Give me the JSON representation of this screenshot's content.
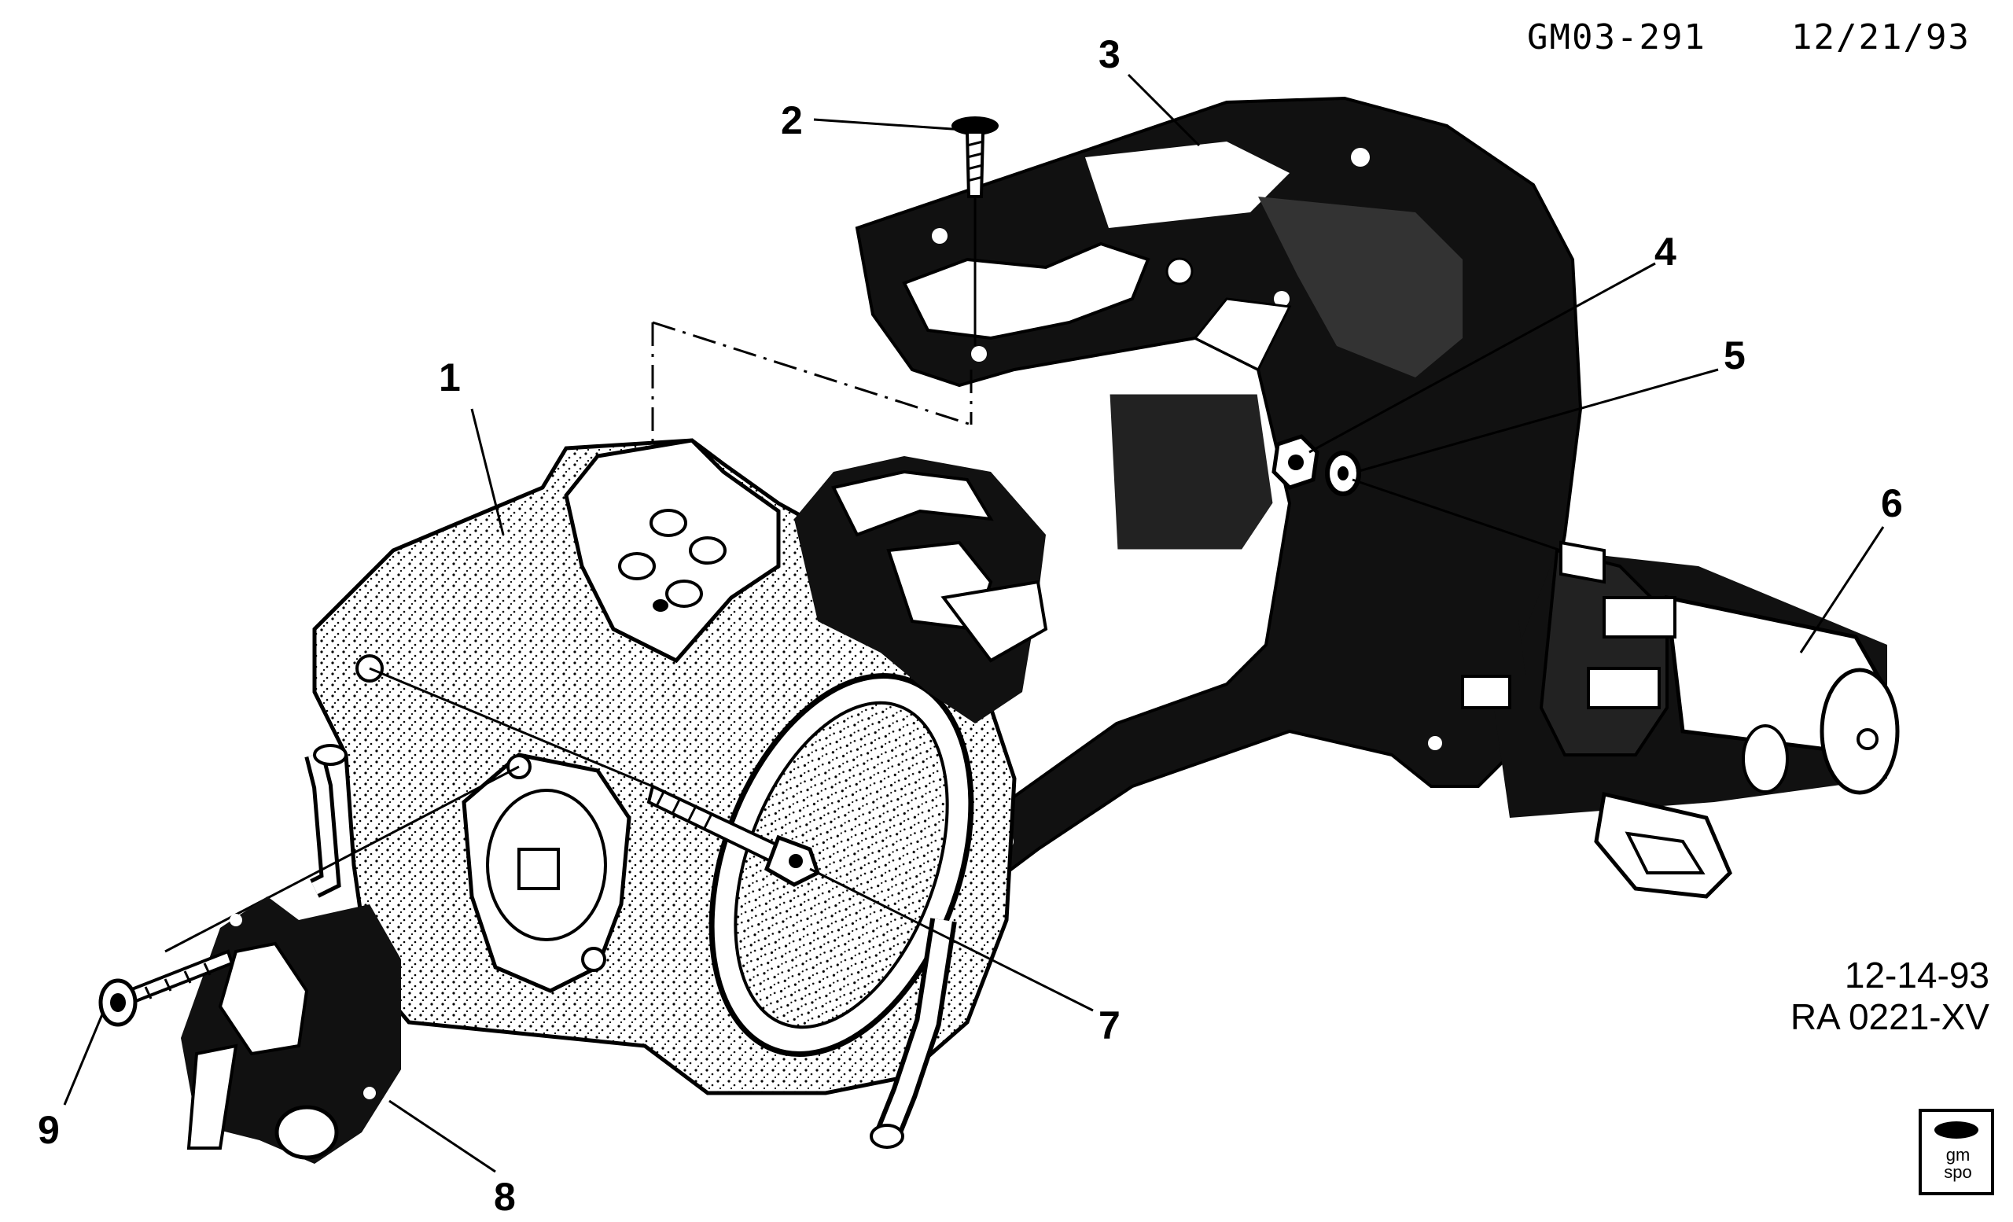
{
  "header": {
    "code": "GM03-291",
    "date": "12/21/93"
  },
  "stamp": {
    "date": "12-14-93",
    "ref": "RA 0221-XV"
  },
  "logo": {
    "line1": "gm",
    "line2": "spo"
  },
  "callouts": [
    "1",
    "2",
    "3",
    "4",
    "5",
    "6",
    "7",
    "8",
    "9"
  ]
}
